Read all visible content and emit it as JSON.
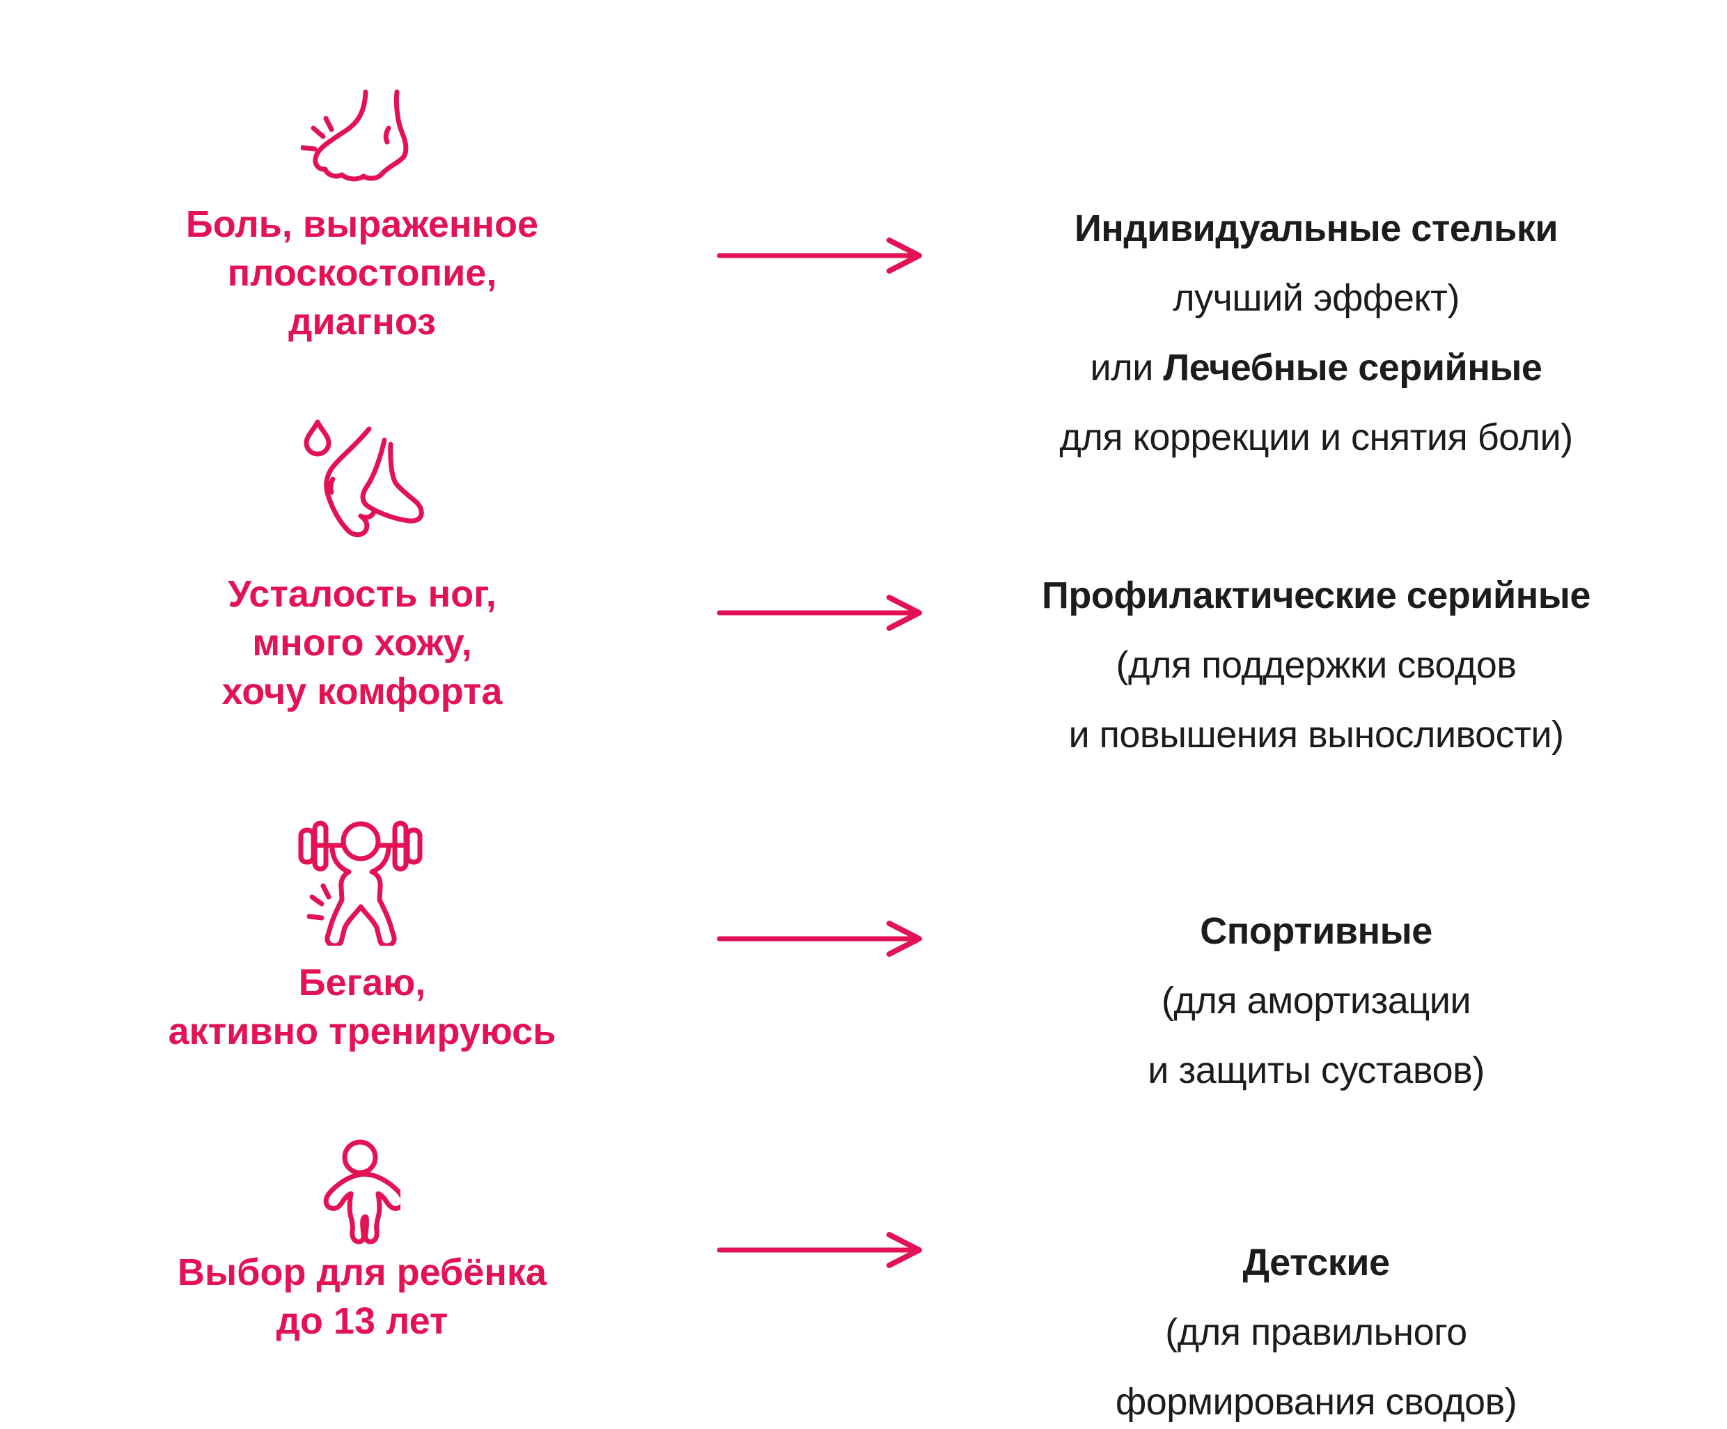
{
  "colors": {
    "accent": "#E31254",
    "text": "#1C1C1C",
    "background": "#FFFFFF"
  },
  "rows": [
    {
      "icon": "foot-pain-icon",
      "need_lines": [
        "Боль, выраженное",
        "плоскостопие,",
        "диагноз"
      ],
      "result_lines": [
        {
          "bold": "Индивидуальные стельки"
        },
        {
          "text": "лучший эффект)"
        },
        {
          "pre": "или ",
          "bold": "Лечебные серийные"
        },
        {
          "text": "для коррекции и снятия боли)"
        }
      ]
    },
    {
      "icon": "tired-feet-icon",
      "need_lines": [
        "Усталость ног,",
        "много хожу,",
        "хочу комфорта"
      ],
      "result_lines": [
        {
          "bold": "Профилактические серийные"
        },
        {
          "text": "(для поддержки сводов"
        },
        {
          "text": "и повышения выносливости)"
        }
      ]
    },
    {
      "icon": "weightlifter-icon",
      "need_lines": [
        "Бегаю,",
        "активно тренируюсь"
      ],
      "result_lines": [
        {
          "bold": "Спортивные"
        },
        {
          "text": "(для амортизации"
        },
        {
          "text": "и защиты суставов)"
        }
      ]
    },
    {
      "icon": "child-icon",
      "need_lines": [
        "Выбор для ребёнка",
        "до 13 лет"
      ],
      "result_lines": [
        {
          "bold": "Детские"
        },
        {
          "text": "(для правильного"
        },
        {
          "text": "формирования сводов)"
        }
      ]
    }
  ]
}
